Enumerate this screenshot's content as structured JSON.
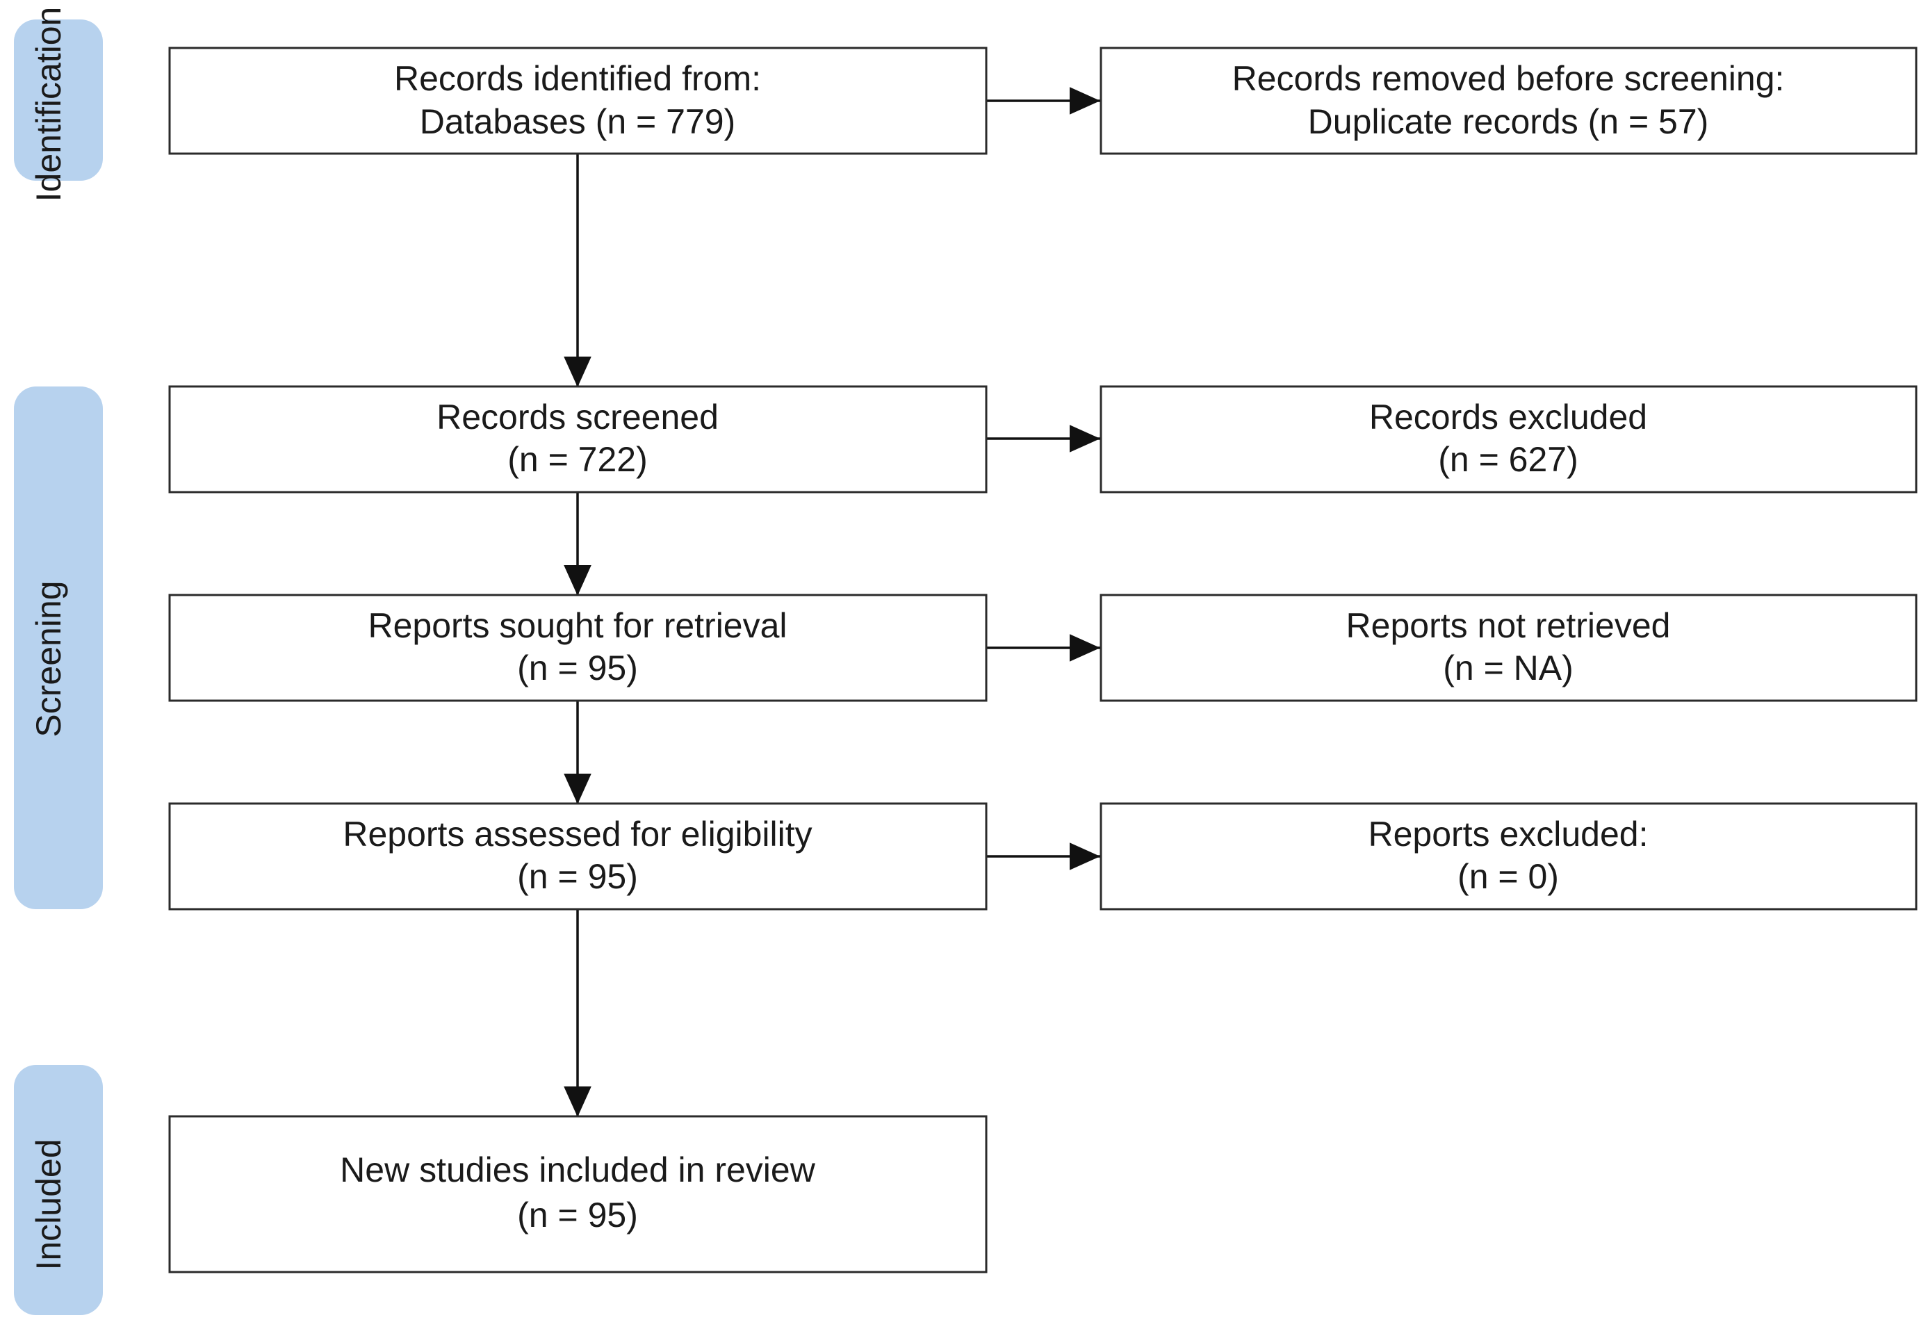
{
  "phases": [
    {
      "id": "identification",
      "label": "Identification"
    },
    {
      "id": "screening",
      "label": "Screening"
    },
    {
      "id": "included",
      "label": "Included"
    }
  ],
  "boxes": {
    "identified": {
      "line1": "Records identified from:",
      "line2": "Databases (n = 779)"
    },
    "removed": {
      "line1": "Records removed before screening:",
      "line2": "Duplicate records (n = 57)"
    },
    "screened": {
      "line1": "Records screened",
      "line2": "(n = 722)"
    },
    "excluded": {
      "line1": "Records excluded",
      "line2": "(n = 627)"
    },
    "sought": {
      "line1": "Reports sought for retrieval",
      "line2": "(n = 95)"
    },
    "not_retrieved": {
      "line1": "Reports not retrieved",
      "line2": "(n = NA)"
    },
    "assessed": {
      "line1": "Reports assessed for eligibility",
      "line2": "(n = 95)"
    },
    "reports_excluded": {
      "line1": "Reports excluded:",
      "line2": "(n = 0)"
    },
    "included": {
      "line1": "New studies included in review",
      "line2": "(n = 95)"
    }
  },
  "edges": [
    {
      "from": "identified",
      "to": "removed"
    },
    {
      "from": "identified",
      "to": "screened"
    },
    {
      "from": "screened",
      "to": "excluded"
    },
    {
      "from": "screened",
      "to": "sought"
    },
    {
      "from": "sought",
      "to": "not_retrieved"
    },
    {
      "from": "sought",
      "to": "assessed"
    },
    {
      "from": "assessed",
      "to": "reports_excluded"
    },
    {
      "from": "assessed",
      "to": "included"
    }
  ],
  "colors": {
    "phase_fill": "#b7d2ee",
    "box_stroke": "#2b2b2b",
    "arrow": "#111111"
  }
}
